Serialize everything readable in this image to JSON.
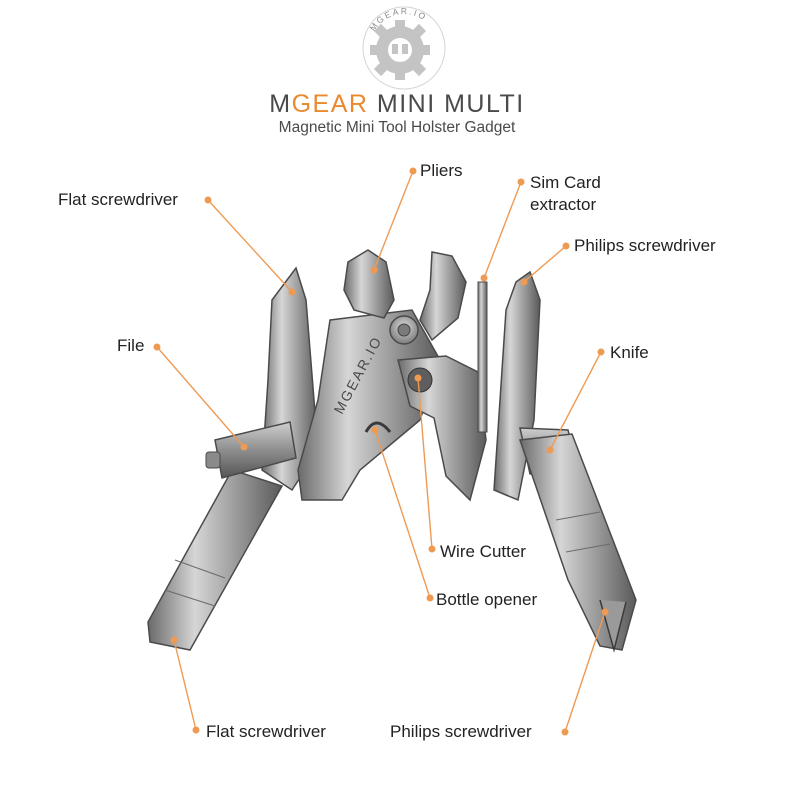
{
  "logo": {
    "ring_text": "MGEAR.IO",
    "icon": "gear-icon"
  },
  "brand": {
    "prefix": "M",
    "accent": "GEAR",
    "suffix": " MINI MULTI"
  },
  "tagline": "Magnetic Mini Tool Holster Gadget",
  "tool_engraving": "MGEAR.IO",
  "labels": {
    "flat_screwdriver_top": "Flat screwdriver",
    "pliers": "Pliers",
    "sim_card_line1": "Sim Card",
    "sim_card_line2": "extractor",
    "philips_screwdriver_top": "Philips screwdriver",
    "file": "File",
    "knife": "Knife",
    "wire_cutter": "Wire Cutter",
    "bottle_opener": "Bottle opener",
    "flat_screwdriver_bottom": "Flat screwdriver",
    "philips_screwdriver_bottom": "Philips screwdriver"
  },
  "colors": {
    "accent": "#ea8a2f",
    "leader": "#ef9a52",
    "text": "#222222",
    "brand_gray": "#4a4a4a",
    "steel_light": "#d2d2d2",
    "steel_mid": "#a3a3a3",
    "steel_dark": "#5e5e5e"
  }
}
